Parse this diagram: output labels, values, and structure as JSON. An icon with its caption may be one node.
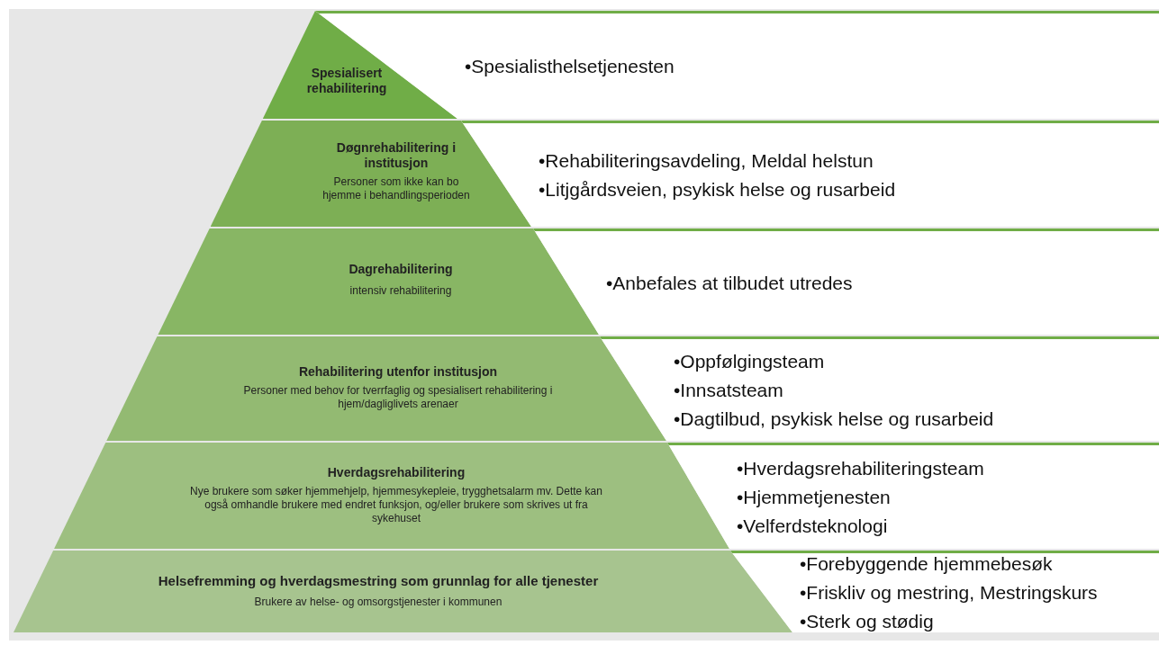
{
  "diagram": {
    "nodes": [
      {
        "text": [
          "Spesialisert rehabilitering"
        ]
      },
      {
        "text": [
          "Døgnrehabilitering i institusjon",
          "Personer som ikke kan bo hjemme i behandlingsperioden"
        ]
      },
      {
        "text": [
          "Dagrehabilitering",
          "intensiv rehabilitering"
        ]
      },
      {
        "text": [
          "Rehabilitering utenfor institusjon",
          "Personer med behov for tverrfaglig og spesialisert rehabilitering i hjem/dagliglivets arenaer"
        ]
      },
      {
        "text": [
          "Hverdagsrehabilitering",
          "Nye brukere som søker hjemmehjelp, hjemmesykepleie, trygghetsalarm mv. Dette kan også omhandle brukere med endret funksjon, og/eller brukere som skrives ut fra sykehuset"
        ]
      },
      {
        "text": [
          "Helsefremming og hverdagsmestring som grunnlag for alle tjenester",
          "Brukere av helse- og omsorgstjenester i kommunen"
        ]
      },
      {
        "text": [
          "•Spesialisthelsetjenesten"
        ]
      },
      {
        "text": [
          "•Rehabiliteringsavdeling, Meldal helstun",
          "•Litjgårdsveien, psykisk helse og rusarbeid"
        ]
      },
      {
        "text": [
          "•Anbefales at tilbudet utredes"
        ]
      },
      {
        "text": [
          "•Oppfølgingsteam",
          "•Innsatsteam",
          "•Dagtilbud, psykisk helse og rusarbeid"
        ]
      },
      {
        "text": [
          "•Hverdagsrehabiliteringsteam",
          "•Hjemmetjenesten",
          "•Velferdsteknologi"
        ]
      },
      {
        "text": [
          "•Forebyggende hjemmebesøk",
          "•Friskliv og mestring, Mestringskurs",
          "•Sterk og stødig"
        ]
      }
    ]
  }
}
